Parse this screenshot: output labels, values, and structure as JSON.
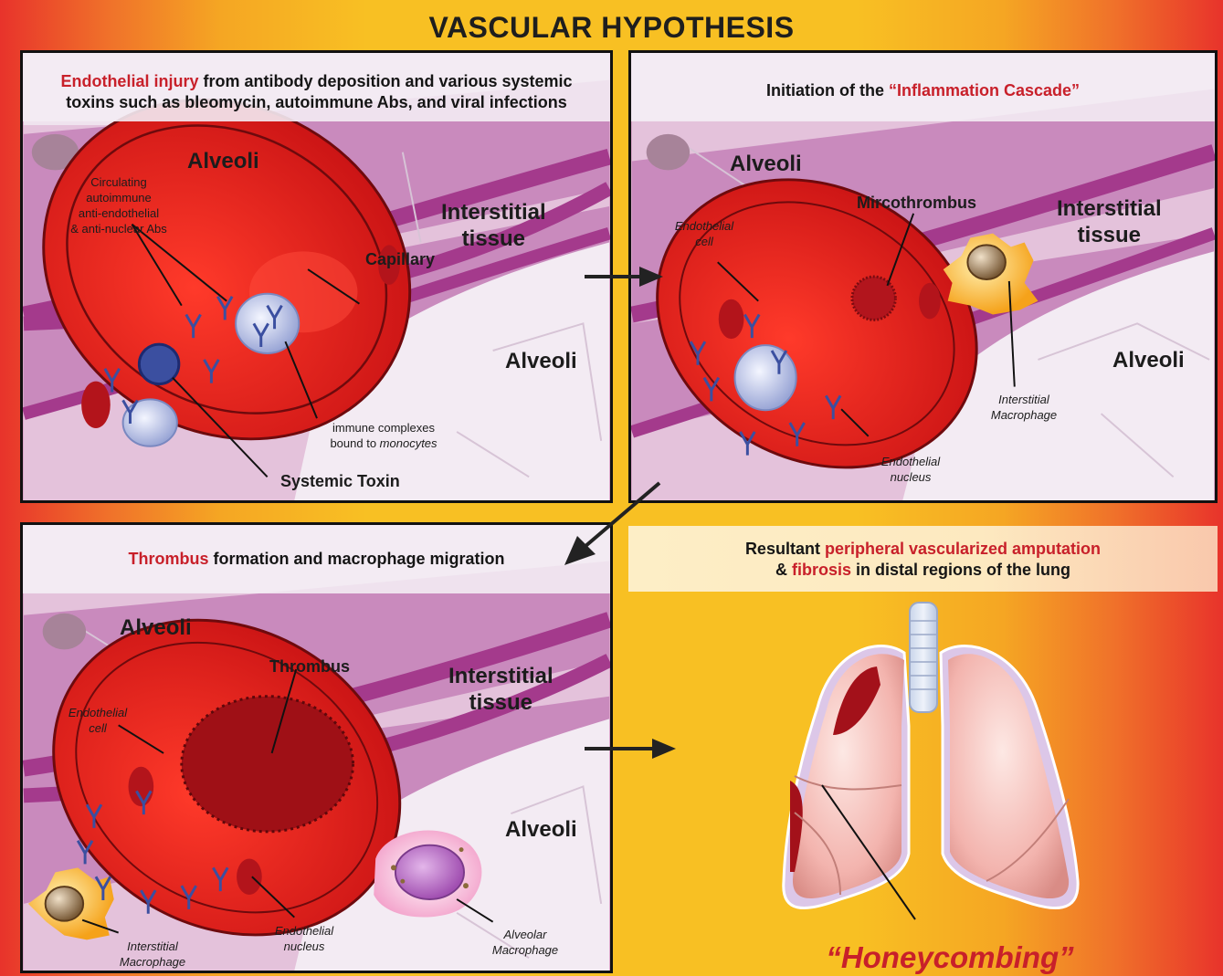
{
  "title": "VASCULAR HYPOTHESIS",
  "colors": {
    "highlight": "#c8202a",
    "blood": "#e01f1f",
    "tissue": "#c97fb8",
    "alveoli": "#e4c2db",
    "antibody": "#3b4fa0"
  },
  "panel1": {
    "caption_red": "Endothelial injury",
    "caption_rest_1": " from antibody deposition and various systemic",
    "caption_line2": "toxins such as bleomycin, autoimmune Abs, and viral infections",
    "alveoli_top": "Alveoli",
    "alveoli_bottom": "Alveoli",
    "interstitial_1": "Interstitial",
    "interstitial_2": "tissue",
    "capillary": "Capillary",
    "circulating_1": "Circulating",
    "circulating_2": "autoimmune",
    "circulating_3": "anti-endothelial",
    "circulating_4": "& anti-nuclear Abs",
    "immune_1": "immune complexes",
    "immune_2": "bound to ",
    "immune_italic": "monocytes",
    "toxin": "Systemic Toxin"
  },
  "panel2": {
    "caption_plain": "Initiation of the ",
    "caption_red": "“Inflammation Cascade”",
    "alveoli_top": "Alveoli",
    "alveoli_bottom": "Alveoli",
    "interstitial_1": "Interstitial",
    "interstitial_2": "tissue",
    "microthrombus": "Mircothrombus",
    "endo_cell_1": "Endothelial",
    "endo_cell_2": "cell",
    "macrophage_1": "Interstitial",
    "macrophage_2": "Macrophage",
    "endo_nucleus_1": "Endothelial",
    "endo_nucleus_2": "nucleus"
  },
  "panel3": {
    "caption_red": "Thrombus",
    "caption_rest": " formation and macrophage migration",
    "alveoli_top": "Alveoli",
    "alveoli_bottom": "Alveoli",
    "interstitial_1": "Interstitial",
    "interstitial_2": "tissue",
    "thrombus": "Thrombus",
    "endo_cell_1": "Endothelial",
    "endo_cell_2": "cell",
    "endo_nucleus_1": "Endothelial",
    "endo_nucleus_2": "nucleus",
    "int_macrophage_1": "Interstitial",
    "int_macrophage_2": "Macrophage",
    "alv_macrophage_1": "Alveolar",
    "alv_macrophage_2": "Macrophage"
  },
  "result": {
    "line1_plain": "Resultant ",
    "line1_red": "peripheral vascularized amputation",
    "line2_plain_a": "& ",
    "line2_red": "fibrosis",
    "line2_plain_b": " in distal regions of the lung",
    "honeycombing": "“Honeycombing”"
  }
}
